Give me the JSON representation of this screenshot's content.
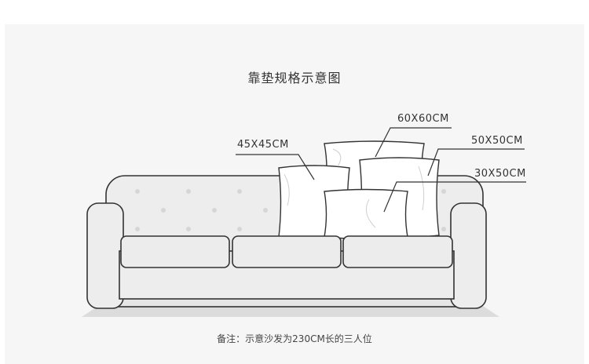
{
  "title": "靠垫规格示意图",
  "labels": {
    "size_45": "45X45CM",
    "size_60": "60X60CM",
    "size_50": "50X50CM",
    "size_30x50": "30X50CM"
  },
  "note": "备注：示意沙发为230CM长的三人位",
  "colors": {
    "panel": "#f6f6f6",
    "sofa_fill": "#ededed",
    "outline": "#333333",
    "pillow_fill": "#ffffff",
    "button": "#d6d6d6",
    "shadow": "#dcdcdc"
  }
}
